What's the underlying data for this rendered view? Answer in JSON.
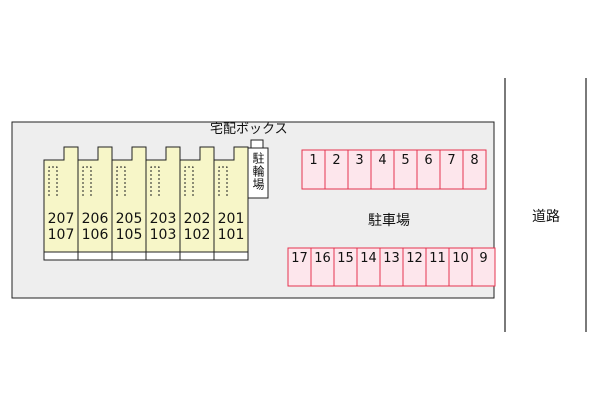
{
  "delivery_box_label": "宅配ボックス",
  "bicycle_parking_label": "駐輪場",
  "parking_label": "駐車場",
  "road_label": "道路",
  "building_units": [
    {
      "upper": "207",
      "lower": "107"
    },
    {
      "upper": "206",
      "lower": "106"
    },
    {
      "upper": "205",
      "lower": "105"
    },
    {
      "upper": "203",
      "lower": "103"
    },
    {
      "upper": "202",
      "lower": "102"
    },
    {
      "upper": "201",
      "lower": "101"
    }
  ],
  "parking_top_row": [
    "1",
    "2",
    "3",
    "4",
    "5",
    "6",
    "7",
    "8"
  ],
  "parking_bottom_row": [
    "17",
    "16",
    "15",
    "14",
    "13",
    "12",
    "11",
    "10",
    "9"
  ],
  "colors": {
    "site_fill": "#eeeeee",
    "building_fill": "#f7f6c8",
    "parking_fill": "#fde6ec",
    "parking_stroke": "#e5344f",
    "line": "#222222"
  }
}
